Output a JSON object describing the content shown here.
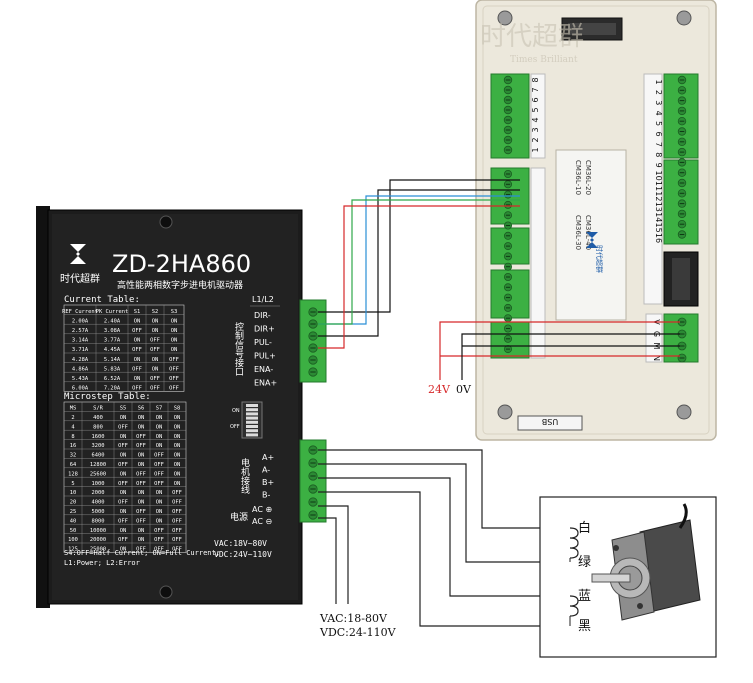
{
  "driver": {
    "brand": "时代超群",
    "model": "ZD-2HA860",
    "subtitle": "高性能两相数字步进电机驱动器",
    "current_table_title": "Current Table:",
    "current_table_headers": [
      "REF Current",
      "PK Current",
      "S1",
      "S2",
      "S3"
    ],
    "current_table_rows": [
      [
        "2.00A",
        "2.40A",
        "ON",
        "ON",
        "ON"
      ],
      [
        "2.57A",
        "3.08A",
        "OFF",
        "ON",
        "ON"
      ],
      [
        "3.14A",
        "3.77A",
        "ON",
        "OFF",
        "ON"
      ],
      [
        "3.71A",
        "4.45A",
        "OFF",
        "OFF",
        "ON"
      ],
      [
        "4.28A",
        "5.14A",
        "ON",
        "ON",
        "OFF"
      ],
      [
        "4.86A",
        "5.83A",
        "OFF",
        "ON",
        "OFF"
      ],
      [
        "5.43A",
        "6.52A",
        "ON",
        "OFF",
        "OFF"
      ],
      [
        "6.00A",
        "7.20A",
        "OFF",
        "OFF",
        "OFF"
      ]
    ],
    "microstep_title": "Microstep Table:",
    "microstep_headers": [
      "MS",
      "S/R",
      "S5",
      "S6",
      "S7",
      "S8"
    ],
    "microstep_rows": [
      [
        "2",
        "400",
        "ON",
        "ON",
        "ON",
        "ON"
      ],
      [
        "4",
        "800",
        "OFF",
        "ON",
        "ON",
        "ON"
      ],
      [
        "8",
        "1600",
        "ON",
        "OFF",
        "ON",
        "ON"
      ],
      [
        "16",
        "3200",
        "OFF",
        "OFF",
        "ON",
        "ON"
      ],
      [
        "32",
        "6400",
        "ON",
        "ON",
        "OFF",
        "ON"
      ],
      [
        "64",
        "12800",
        "OFF",
        "ON",
        "OFF",
        "ON"
      ],
      [
        "128",
        "25600",
        "ON",
        "OFF",
        "OFF",
        "ON"
      ],
      [
        "5",
        "1000",
        "OFF",
        "OFF",
        "OFF",
        "ON"
      ],
      [
        "10",
        "2000",
        "ON",
        "ON",
        "ON",
        "OFF"
      ],
      [
        "20",
        "4000",
        "OFF",
        "ON",
        "ON",
        "OFF"
      ],
      [
        "25",
        "5000",
        "ON",
        "OFF",
        "ON",
        "OFF"
      ],
      [
        "40",
        "8000",
        "OFF",
        "OFF",
        "ON",
        "OFF"
      ],
      [
        "50",
        "10000",
        "ON",
        "ON",
        "OFF",
        "OFF"
      ],
      [
        "100",
        "20000",
        "OFF",
        "ON",
        "OFF",
        "OFF"
      ],
      [
        "125",
        "25000",
        "ON",
        "OFF",
        "OFF",
        "OFF"
      ]
    ],
    "footer_line1": "S4:OFF=Half Current; ON=Full Current;",
    "footer_line2": "L1:Power;  L2:Error",
    "led_label": "L1/L2",
    "signal_group_label": "控制信号接口",
    "signal_pins": [
      "DIR-",
      "DIR+",
      "PUL-",
      "PUL+",
      "ENA-",
      "ENA+"
    ],
    "motor_group_label": "电机接线",
    "motor_pins": [
      "A+",
      "A-",
      "B+",
      "B-"
    ],
    "power_group_label": "电源",
    "power_pins": [
      "AC ⊕",
      "AC ⊖"
    ],
    "power_spec_line1": "VAC:18V~80V",
    "power_spec_line2": "VDC:24V~110V",
    "dip_on": "ON",
    "dip_off": "OFF"
  },
  "controller": {
    "top_numbers": [
      "1",
      "2",
      "3",
      "4",
      "5",
      "6",
      "7",
      "8"
    ],
    "right_numbers": [
      "1",
      "2",
      "3",
      "4",
      "5",
      "6",
      "7",
      "8",
      "9",
      "10",
      "11",
      "12",
      "13",
      "14",
      "15",
      "16"
    ],
    "usb_label": "USB",
    "power_pin_labels": [
      "V",
      "G",
      "M",
      "N"
    ],
    "watermark": "时代超群",
    "watermark_en": "Times Brilliant",
    "model_options": [
      "CM36L-10",
      "CM36L-20",
      "CM36L-30",
      "CM36L-40"
    ],
    "center_brand": "时代超群"
  },
  "annotations": {
    "supply_24v": "24V",
    "supply_0v": "0V",
    "vac_spec": "VAC:18-80V",
    "vdc_spec": "VDC:24-110V"
  },
  "motor": {
    "wire_labels": [
      "白",
      "绿",
      "蓝",
      "黑"
    ]
  },
  "colors": {
    "driver_body": "#1c1c1c",
    "terminal_green": "#3cb043",
    "wire_black": "#111111",
    "wire_blue": "#2a8fd6",
    "wire_green": "#2fa84a",
    "wire_red": "#d6282a",
    "controller_body": "#ece8dc"
  }
}
